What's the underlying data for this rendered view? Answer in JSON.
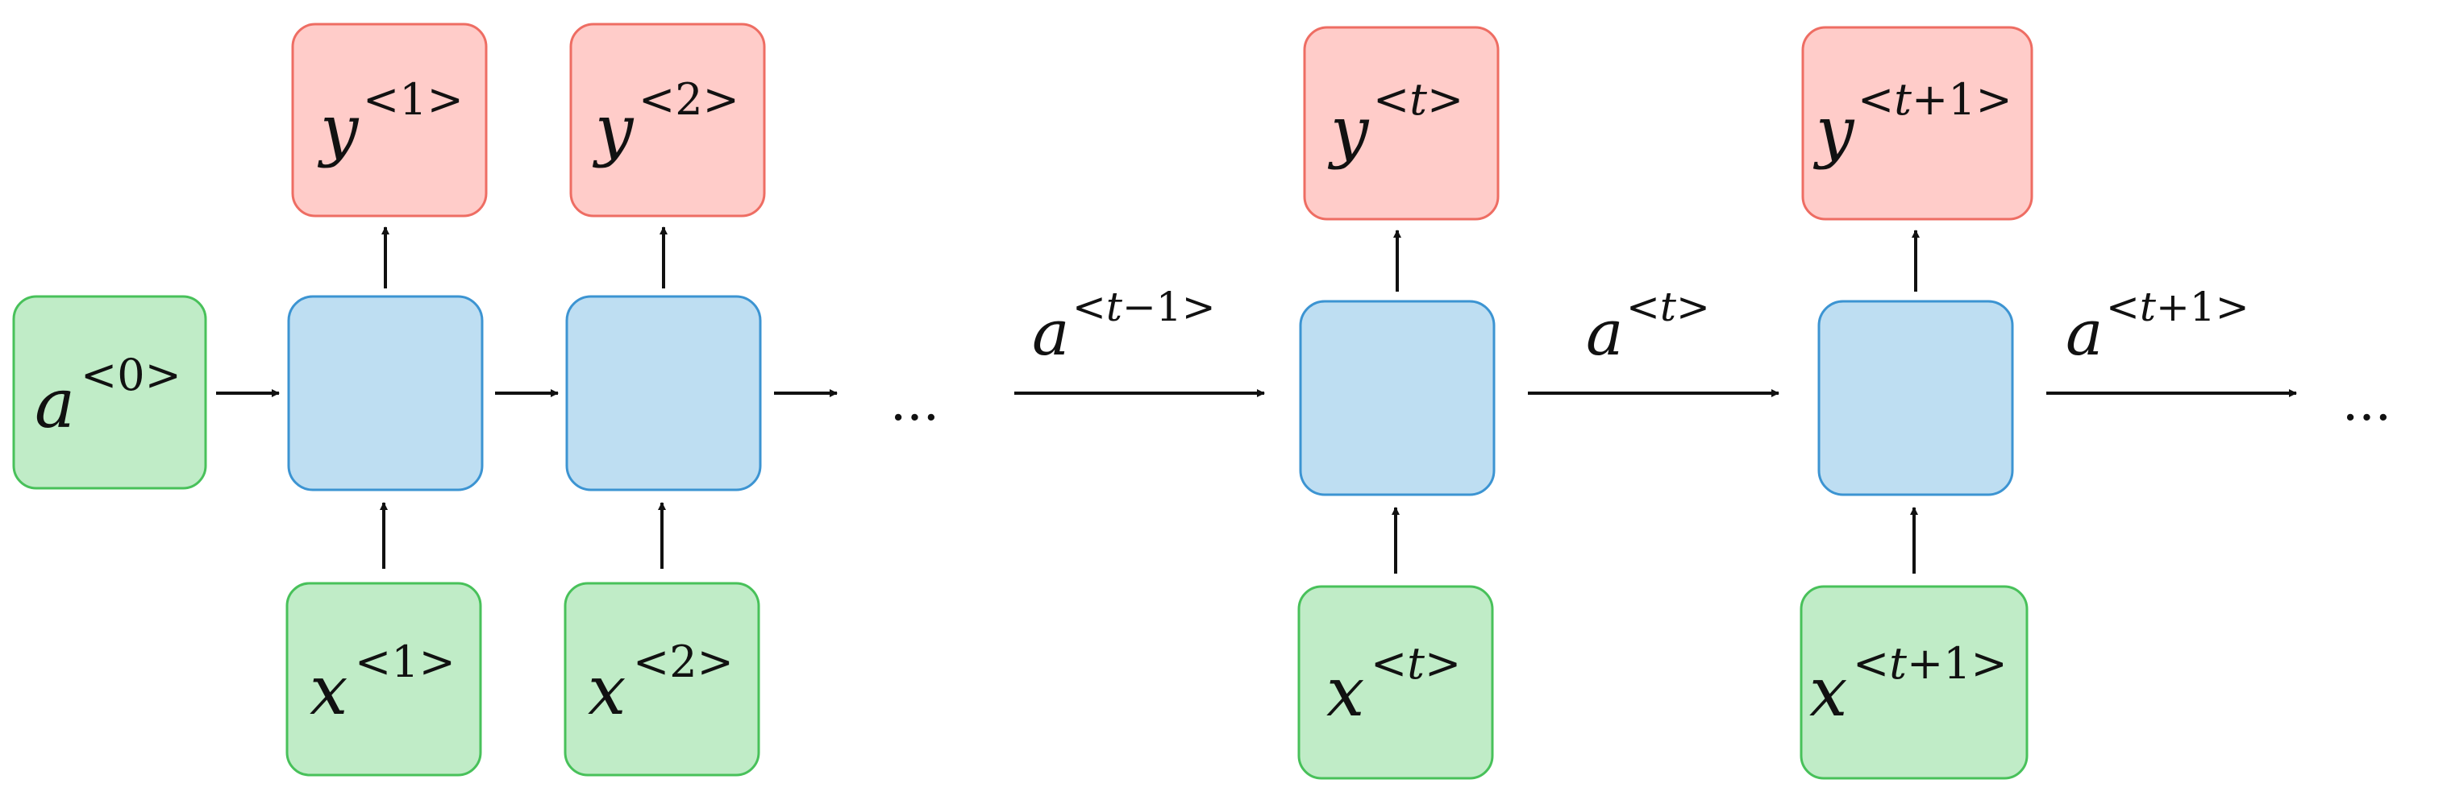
{
  "colors": {
    "output_fill": "#ffccc9",
    "output_stroke": "#ee6d63",
    "hidden_fill": "#bedef2",
    "hidden_stroke": "#3c94d2",
    "input_fill": "#c0ecc7",
    "input_stroke": "#48c15a",
    "arrow": "#111111"
  },
  "nodes": {
    "a0": {
      "base": "a",
      "sup": "<0>"
    },
    "y1": {
      "base": "y",
      "sup": "<1>"
    },
    "y2": {
      "base": "y",
      "sup": "<2>"
    },
    "yt": {
      "base": "y",
      "sup_pre": "<",
      "sup_var": "t",
      "sup_post": ">"
    },
    "yt1": {
      "base": "y",
      "sup_pre": "<",
      "sup_var": "t",
      "sup_post": "+1>"
    },
    "x1": {
      "base": "x",
      "sup": "<1>"
    },
    "x2": {
      "base": "x",
      "sup": "<2>"
    },
    "xt": {
      "base": "x",
      "sup_pre": "<",
      "sup_var": "t",
      "sup_post": ">"
    },
    "xt1": {
      "base": "x",
      "sup_pre": "<",
      "sup_var": "t",
      "sup_post": "+1>"
    }
  },
  "edge_labels": {
    "a_tm1": {
      "base": "a",
      "sup_pre": "<",
      "sup_var": "t",
      "sup_post": "−1>"
    },
    "a_t": {
      "base": "a",
      "sup_pre": "<",
      "sup_var": "t",
      "sup_post": ">"
    },
    "a_tp1": {
      "base": "a",
      "sup_pre": "<",
      "sup_var": "t",
      "sup_post": "+1>"
    }
  },
  "ellipsis": "···"
}
